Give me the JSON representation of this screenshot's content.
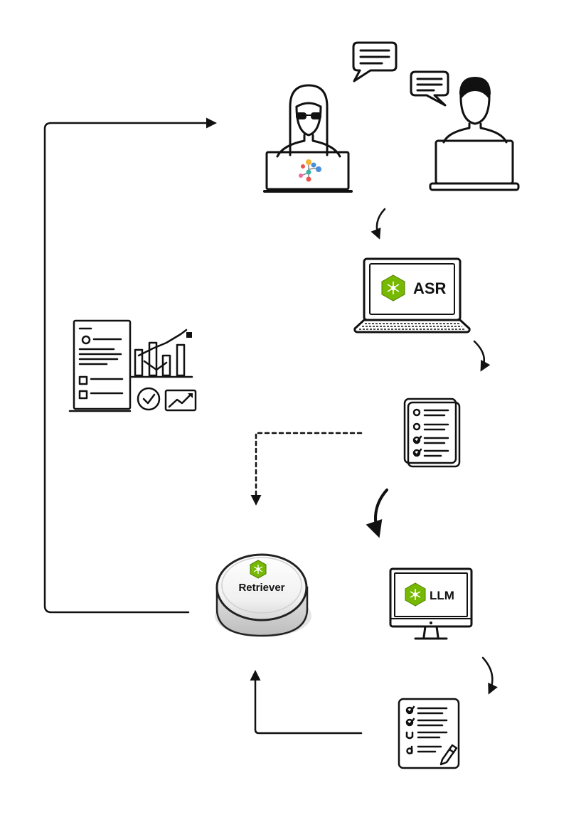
{
  "labels": {
    "asr": "ASR",
    "llm": "LLM",
    "retriever": "Retriever"
  },
  "colors": {
    "ink": "#111111",
    "nvidia_green": "#76b900",
    "green_dark": "#4e7d00",
    "logo_blue": "#4a90d9",
    "logo_red": "#e8554e",
    "logo_yellow": "#f2b632",
    "logo_pink": "#ee6aa0",
    "logo_teal": "#39b3a8"
  },
  "icons": {
    "agent": "woman-agent-laptop-icon",
    "customer": "man-customer-laptop-icon",
    "speech_bubble": "speech-bubble-icon",
    "asr": "laptop-asr-icon",
    "transcript": "checklist-document-icon",
    "llm": "monitor-llm-icon",
    "summary": "checklist-pencil-document-icon",
    "retriever": "retriever-button-icon",
    "analytics": "report-analytics-icon"
  }
}
